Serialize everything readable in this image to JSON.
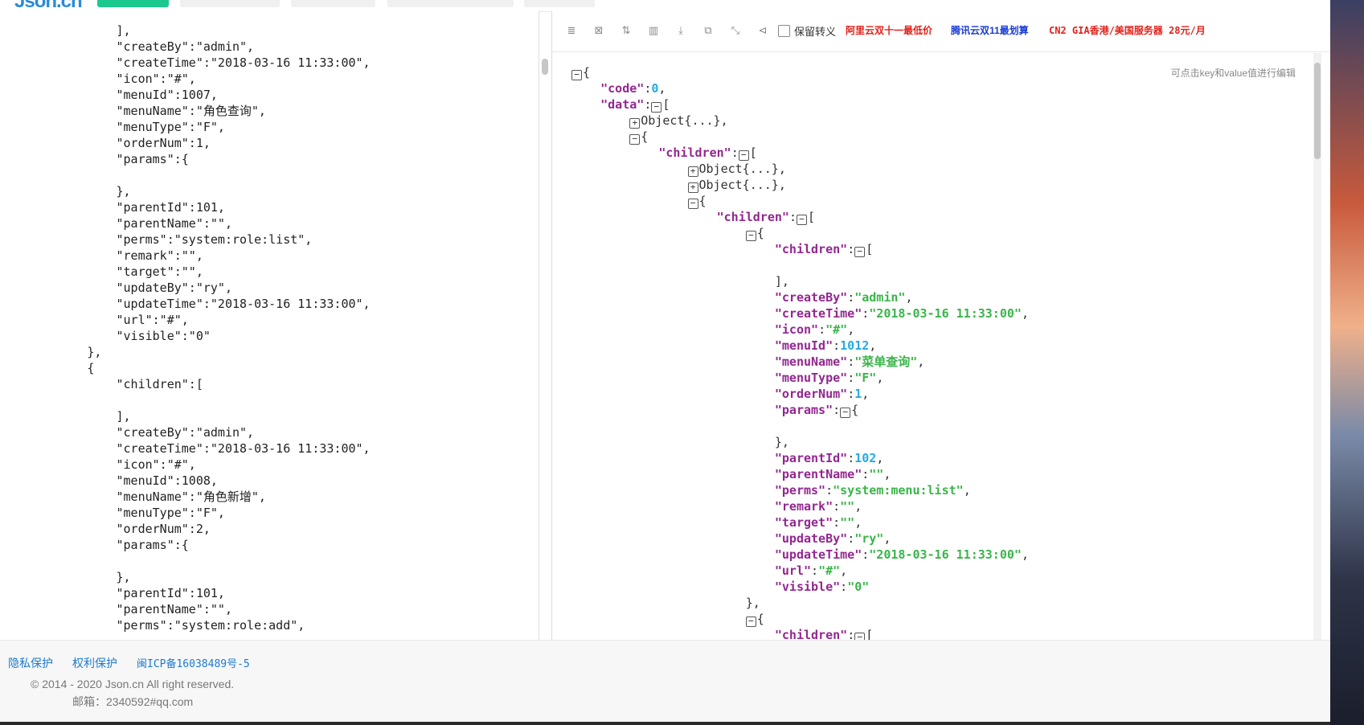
{
  "left_lines": [
    "                ],",
    "                \"createBy\":\"admin\",",
    "                \"createTime\":\"2018-03-16 11:33:00\",",
    "                \"icon\":\"#\",",
    "                \"menuId\":1007,",
    "                \"menuName\":\"角色查询\",",
    "                \"menuType\":\"F\",",
    "                \"orderNum\":1,",
    "                \"params\":{",
    "",
    "                },",
    "                \"parentId\":101,",
    "                \"parentName\":\"\",",
    "                \"perms\":\"system:role:list\",",
    "                \"remark\":\"\",",
    "                \"target\":\"\",",
    "                \"updateBy\":\"ry\",",
    "                \"updateTime\":\"2018-03-16 11:33:00\",",
    "                \"url\":\"#\",",
    "                \"visible\":\"0\"",
    "            },",
    "            {",
    "                \"children\":[",
    "",
    "                ],",
    "                \"createBy\":\"admin\",",
    "                \"createTime\":\"2018-03-16 11:33:00\",",
    "                \"icon\":\"#\",",
    "                \"menuId\":1008,",
    "                \"menuName\":\"角色新增\",",
    "                \"menuType\":\"F\",",
    "                \"orderNum\":2,",
    "                \"params\":{",
    "",
    "                },",
    "                \"parentId\":101,",
    "                \"parentName\":\"\",",
    "                \"perms\":\"system:role:add\","
  ],
  "toolbar": {
    "escape_label": "保留转义",
    "promo_aliyun": "阿里云双十一最低价",
    "promo_tencent": "腾讯云双11最划算",
    "promo_cn2": "CN2 GIA香港/美国服务器 28元/月",
    "hint": "可点击key和value值进行编辑"
  },
  "tree_lines": [
    [
      [
        "tg",
        "⊟"
      ],
      [
        "t",
        "{"
      ]
    ],
    [
      [
        "t",
        "    "
      ],
      [
        "k",
        "\"code\""
      ],
      [
        "t",
        ":"
      ],
      [
        "n",
        "0"
      ],
      [
        "t",
        ","
      ]
    ],
    [
      [
        "t",
        "    "
      ],
      [
        "k",
        "\"data\""
      ],
      [
        "t",
        ":"
      ],
      [
        "tg",
        "⊟"
      ],
      [
        "t",
        "["
      ]
    ],
    [
      [
        "t",
        "        "
      ],
      [
        "tg",
        "⊞"
      ],
      [
        "t",
        "Object{...},"
      ]
    ],
    [
      [
        "t",
        "        "
      ],
      [
        "tg",
        "⊟"
      ],
      [
        "t",
        "{"
      ]
    ],
    [
      [
        "t",
        "            "
      ],
      [
        "k",
        "\"children\""
      ],
      [
        "t",
        ":"
      ],
      [
        "tg",
        "⊟"
      ],
      [
        "t",
        "["
      ]
    ],
    [
      [
        "t",
        "                "
      ],
      [
        "tg",
        "⊞"
      ],
      [
        "t",
        "Object{...},"
      ]
    ],
    [
      [
        "t",
        "                "
      ],
      [
        "tg",
        "⊞"
      ],
      [
        "t",
        "Object{...},"
      ]
    ],
    [
      [
        "t",
        "                "
      ],
      [
        "tg",
        "⊟"
      ],
      [
        "t",
        "{"
      ]
    ],
    [
      [
        "t",
        "                    "
      ],
      [
        "k",
        "\"children\""
      ],
      [
        "t",
        ":"
      ],
      [
        "tg",
        "⊟"
      ],
      [
        "t",
        "["
      ]
    ],
    [
      [
        "t",
        "                        "
      ],
      [
        "tg",
        "⊟"
      ],
      [
        "t",
        "{"
      ]
    ],
    [
      [
        "t",
        "                            "
      ],
      [
        "k",
        "\"children\""
      ],
      [
        "t",
        ":"
      ],
      [
        "tg",
        "⊟"
      ],
      [
        "t",
        "["
      ]
    ],
    [
      [
        "t",
        ""
      ]
    ],
    [
      [
        "t",
        "                            ],"
      ]
    ],
    [
      [
        "t",
        "                            "
      ],
      [
        "k",
        "\"createBy\""
      ],
      [
        "t",
        ":"
      ],
      [
        "s",
        "\"admin\""
      ],
      [
        "t",
        ","
      ]
    ],
    [
      [
        "t",
        "                            "
      ],
      [
        "k",
        "\"createTime\""
      ],
      [
        "t",
        ":"
      ],
      [
        "s",
        "\"2018-03-16 11:33:00\""
      ],
      [
        "t",
        ","
      ]
    ],
    [
      [
        "t",
        "                            "
      ],
      [
        "k",
        "\"icon\""
      ],
      [
        "t",
        ":"
      ],
      [
        "s",
        "\"#\""
      ],
      [
        "t",
        ","
      ]
    ],
    [
      [
        "t",
        "                            "
      ],
      [
        "k",
        "\"menuId\""
      ],
      [
        "t",
        ":"
      ],
      [
        "n",
        "1012"
      ],
      [
        "t",
        ","
      ]
    ],
    [
      [
        "t",
        "                            "
      ],
      [
        "k",
        "\"menuName\""
      ],
      [
        "t",
        ":"
      ],
      [
        "s",
        "\"菜单查询\""
      ],
      [
        "t",
        ","
      ]
    ],
    [
      [
        "t",
        "                            "
      ],
      [
        "k",
        "\"menuType\""
      ],
      [
        "t",
        ":"
      ],
      [
        "s",
        "\"F\""
      ],
      [
        "t",
        ","
      ]
    ],
    [
      [
        "t",
        "                            "
      ],
      [
        "k",
        "\"orderNum\""
      ],
      [
        "t",
        ":"
      ],
      [
        "n",
        "1"
      ],
      [
        "t",
        ","
      ]
    ],
    [
      [
        "t",
        "                            "
      ],
      [
        "k",
        "\"params\""
      ],
      [
        "t",
        ":"
      ],
      [
        "tg",
        "⊟"
      ],
      [
        "t",
        "{"
      ]
    ],
    [
      [
        "t",
        ""
      ]
    ],
    [
      [
        "t",
        "                            },"
      ]
    ],
    [
      [
        "t",
        "                            "
      ],
      [
        "k",
        "\"parentId\""
      ],
      [
        "t",
        ":"
      ],
      [
        "n",
        "102"
      ],
      [
        "t",
        ","
      ]
    ],
    [
      [
        "t",
        "                            "
      ],
      [
        "k",
        "\"parentName\""
      ],
      [
        "t",
        ":"
      ],
      [
        "s",
        "\"\""
      ],
      [
        "t",
        ","
      ]
    ],
    [
      [
        "t",
        "                            "
      ],
      [
        "k",
        "\"perms\""
      ],
      [
        "t",
        ":"
      ],
      [
        "s",
        "\"system:menu:list\""
      ],
      [
        "t",
        ","
      ]
    ],
    [
      [
        "t",
        "                            "
      ],
      [
        "k",
        "\"remark\""
      ],
      [
        "t",
        ":"
      ],
      [
        "s",
        "\"\""
      ],
      [
        "t",
        ","
      ]
    ],
    [
      [
        "t",
        "                            "
      ],
      [
        "k",
        "\"target\""
      ],
      [
        "t",
        ":"
      ],
      [
        "s",
        "\"\""
      ],
      [
        "t",
        ","
      ]
    ],
    [
      [
        "t",
        "                            "
      ],
      [
        "k",
        "\"updateBy\""
      ],
      [
        "t",
        ":"
      ],
      [
        "s",
        "\"ry\""
      ],
      [
        "t",
        ","
      ]
    ],
    [
      [
        "t",
        "                            "
      ],
      [
        "k",
        "\"updateTime\""
      ],
      [
        "t",
        ":"
      ],
      [
        "s",
        "\"2018-03-16 11:33:00\""
      ],
      [
        "t",
        ","
      ]
    ],
    [
      [
        "t",
        "                            "
      ],
      [
        "k",
        "\"url\""
      ],
      [
        "t",
        ":"
      ],
      [
        "s",
        "\"#\""
      ],
      [
        "t",
        ","
      ]
    ],
    [
      [
        "t",
        "                            "
      ],
      [
        "k",
        "\"visible\""
      ],
      [
        "t",
        ":"
      ],
      [
        "s",
        "\"0\""
      ]
    ],
    [
      [
        "t",
        "                        },"
      ]
    ],
    [
      [
        "t",
        "                        "
      ],
      [
        "tg",
        "⊟"
      ],
      [
        "t",
        "{"
      ]
    ],
    [
      [
        "t",
        "                            "
      ],
      [
        "k",
        "\"children\""
      ],
      [
        "t",
        ":"
      ],
      [
        "tg",
        "⊟"
      ],
      [
        "t",
        "["
      ]
    ]
  ],
  "footer": {
    "privacy": "隐私保护",
    "rights": "权利保护",
    "icp": "闽ICP备16038489号-5",
    "copyright": "© 2014 - 2020 Json.cn All right reserved.",
    "email": "邮箱：2340592#qq.com"
  }
}
